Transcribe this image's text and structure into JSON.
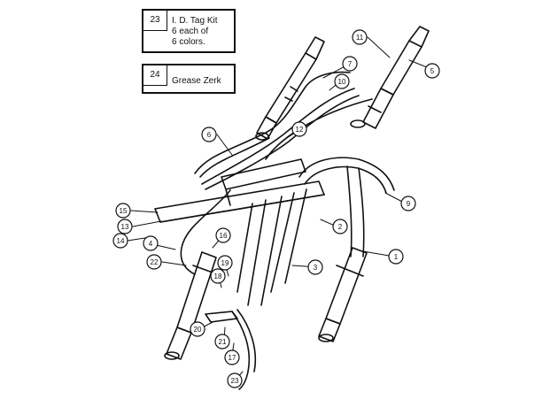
{
  "legend": [
    {
      "number": "23",
      "text": "I. D. Tag Kit\n6 each of\n6 colors."
    },
    {
      "number": "24",
      "text": "Grease Zerk"
    }
  ],
  "callouts": [
    {
      "id": "c11a",
      "label": "11"
    },
    {
      "id": "c5a",
      "label": "5"
    },
    {
      "id": "c7",
      "label": "7"
    },
    {
      "id": "c10",
      "label": "10"
    },
    {
      "id": "c6",
      "label": "6"
    },
    {
      "id": "c12",
      "label": "12"
    },
    {
      "id": "c3",
      "label": "3"
    },
    {
      "id": "c9",
      "label": "9"
    },
    {
      "id": "c15",
      "label": "15"
    },
    {
      "id": "c13",
      "label": "13"
    },
    {
      "id": "c14",
      "label": "14"
    },
    {
      "id": "c4",
      "label": "4"
    },
    {
      "id": "c16",
      "label": "16"
    },
    {
      "id": "c22",
      "label": "22"
    },
    {
      "id": "c19",
      "label": "19"
    },
    {
      "id": "c18",
      "label": "18"
    },
    {
      "id": "c1",
      "label": "1"
    },
    {
      "id": "c2",
      "label": "2"
    },
    {
      "id": "c20",
      "label": "20"
    },
    {
      "id": "c21",
      "label": "21"
    },
    {
      "id": "c17",
      "label": "17"
    },
    {
      "id": "c23",
      "label": "23"
    }
  ]
}
